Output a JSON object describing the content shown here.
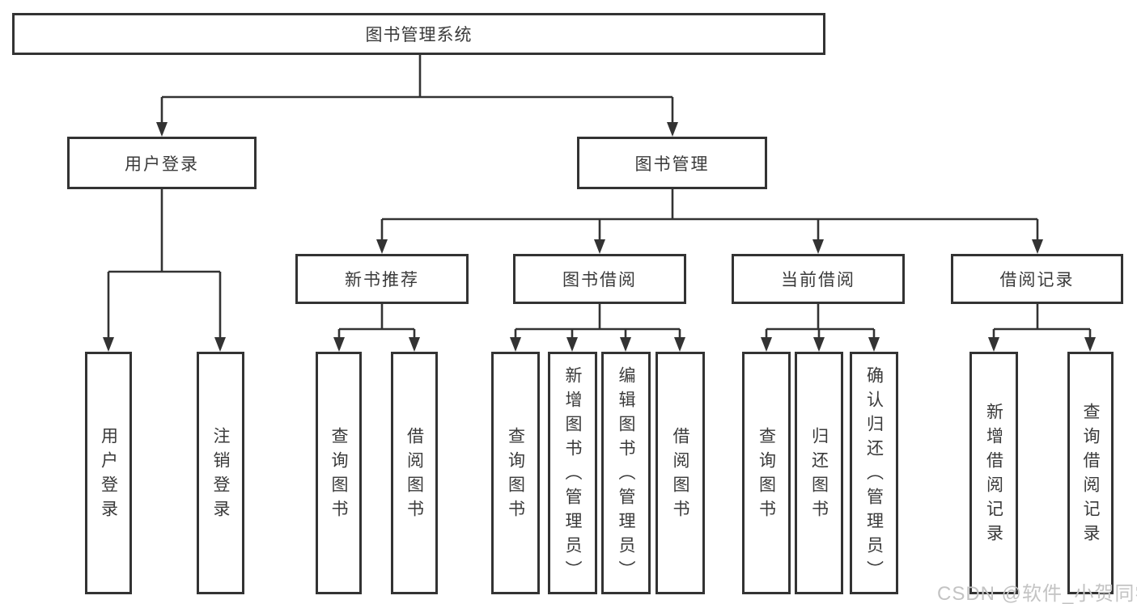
{
  "diagram": {
    "root": {
      "label": "图书管理系统"
    },
    "branches": [
      {
        "label": "用户登录",
        "children": [
          {
            "label": "用户登录"
          },
          {
            "label": "注销登录"
          }
        ]
      },
      {
        "label": "图书管理",
        "children": [
          {
            "label": "新书推荐",
            "children": [
              {
                "label": "查询图书"
              },
              {
                "label": "借阅图书"
              }
            ]
          },
          {
            "label": "图书借阅",
            "children": [
              {
                "label": "查询图书"
              },
              {
                "label": "新增图书（管理员）"
              },
              {
                "label": "编辑图书（管理员）"
              },
              {
                "label": "借阅图书"
              }
            ]
          },
          {
            "label": "当前借阅",
            "children": [
              {
                "label": "查询图书"
              },
              {
                "label": "归还图书"
              },
              {
                "label": "确认归还（管理员）"
              }
            ]
          },
          {
            "label": "借阅记录",
            "children": [
              {
                "label": "新增借阅记录"
              },
              {
                "label": "查询借阅记录"
              }
            ]
          }
        ]
      }
    ]
  },
  "watermark": {
    "text": "CSDN @软件_小贺同学"
  },
  "colors": {
    "line": "#333333",
    "box_border": "#333333",
    "text": "#3a3a3a",
    "background": "#ffffff",
    "watermark": "#c3c3c3"
  }
}
